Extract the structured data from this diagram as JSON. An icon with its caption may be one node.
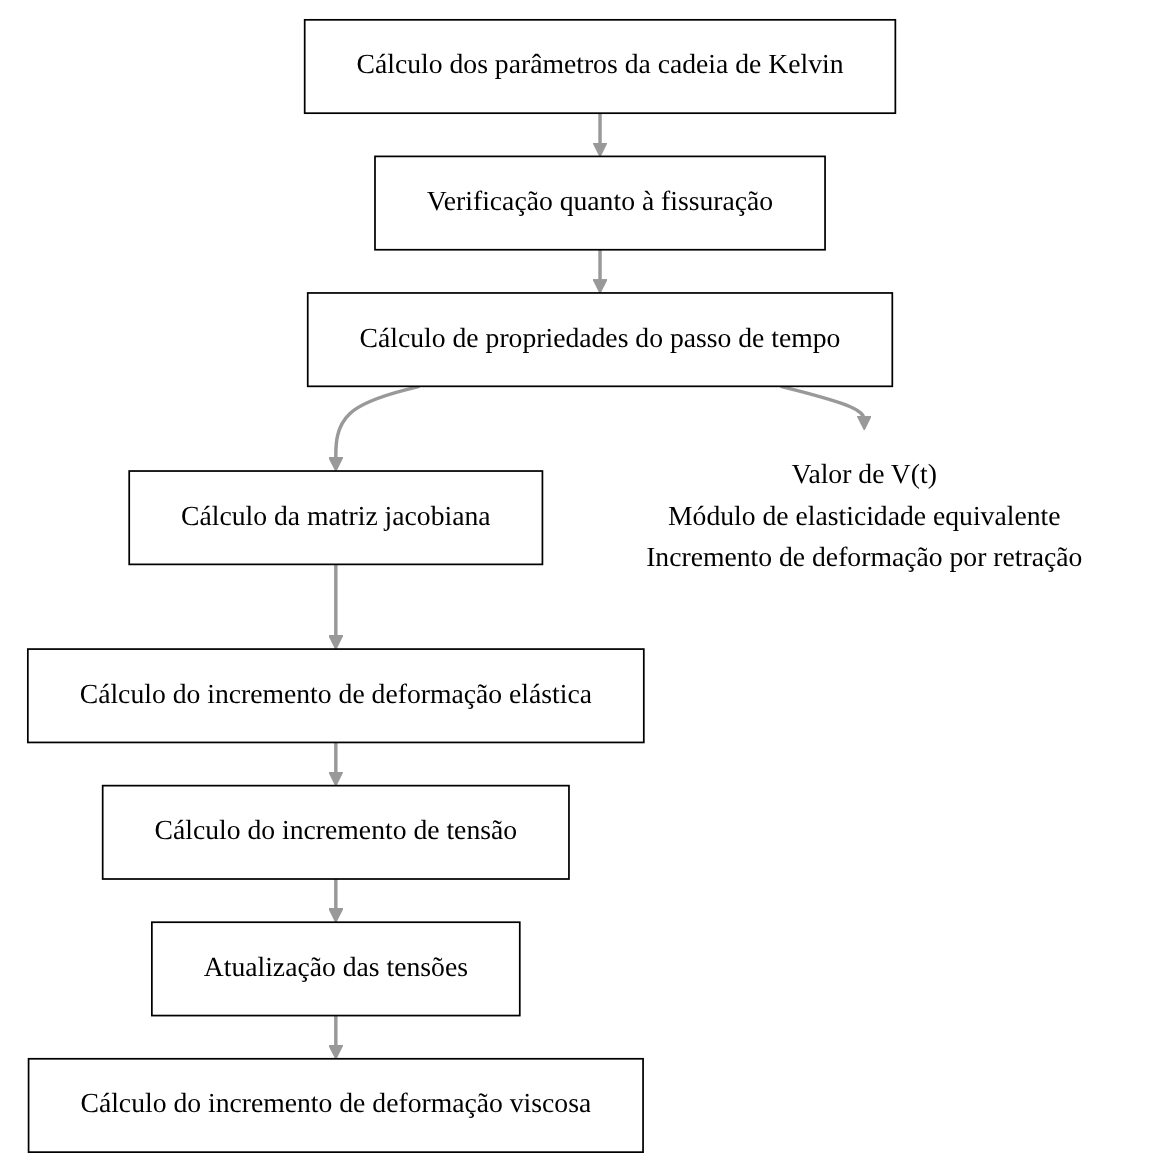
{
  "diagram": {
    "nodes": [
      {
        "text": [
          "Cálculo dos parâmetros da cadeia de Kelvin"
        ]
      },
      {
        "text": [
          "Verificação quanto à fissuração"
        ]
      },
      {
        "text": [
          "Cálculo de propriedades do passo de tempo"
        ]
      },
      {
        "text": [
          "Cálculo da matriz jacobiana"
        ]
      },
      {
        "text": [
          "Cálculo do incremento de deformação elástica"
        ]
      },
      {
        "text": [
          "Cálculo do incremento de tensão"
        ]
      },
      {
        "text": [
          "Atualização das tensões"
        ]
      },
      {
        "text": [
          "Cálculo do incremento de deformação viscosa"
        ]
      },
      {
        "text": [
          "Valor de V(t)",
          "Módulo de elasticidade equivalente",
          "Incremento de deformação por retração"
        ]
      }
    ],
    "edges": [
      {
        "from": 0,
        "to": 1,
        "arrow": "to"
      },
      {
        "from": 1,
        "to": 2,
        "arrow": "to"
      },
      {
        "from": 2,
        "to": 3,
        "arrow": "to"
      },
      {
        "from": 3,
        "to": 4,
        "arrow": "to"
      },
      {
        "from": 4,
        "to": 5,
        "arrow": "to"
      },
      {
        "from": 5,
        "to": 6,
        "arrow": "to"
      },
      {
        "from": 6,
        "to": 7,
        "arrow": "to"
      },
      {
        "from": 2,
        "to": 8,
        "arrow": "to"
      }
    ]
  }
}
